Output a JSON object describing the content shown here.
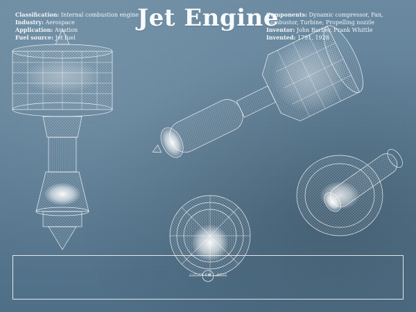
{
  "title": "Jet Engine",
  "details_left": [
    {
      "label": "Classification:",
      "value": "Internal combustion engine"
    },
    {
      "label": "Industry:",
      "value": "Aerospace"
    },
    {
      "label": "Application:",
      "value": "Aviation"
    },
    {
      "label": "Fuel source:",
      "value": "Jet fuel"
    }
  ],
  "details_right": [
    {
      "label": "Components:",
      "value": "Dynamic compressor, Fan,"
    },
    {
      "label": "",
      "value": "Combustor, Turbine, Propelling nozzle"
    },
    {
      "label": "Inventor:",
      "value": "John Barber, Frank Whittle"
    },
    {
      "label": "Invented:",
      "value": "1791, 1928"
    }
  ],
  "logo": {
    "left": "CUTLER",
    "right": "WEST",
    "mark": "CW",
    "icon": "cutler-west-logo-icon"
  },
  "colors": {
    "background": "#5f7f96",
    "ink": "#f3f7fb",
    "accent": "#ffffff"
  }
}
